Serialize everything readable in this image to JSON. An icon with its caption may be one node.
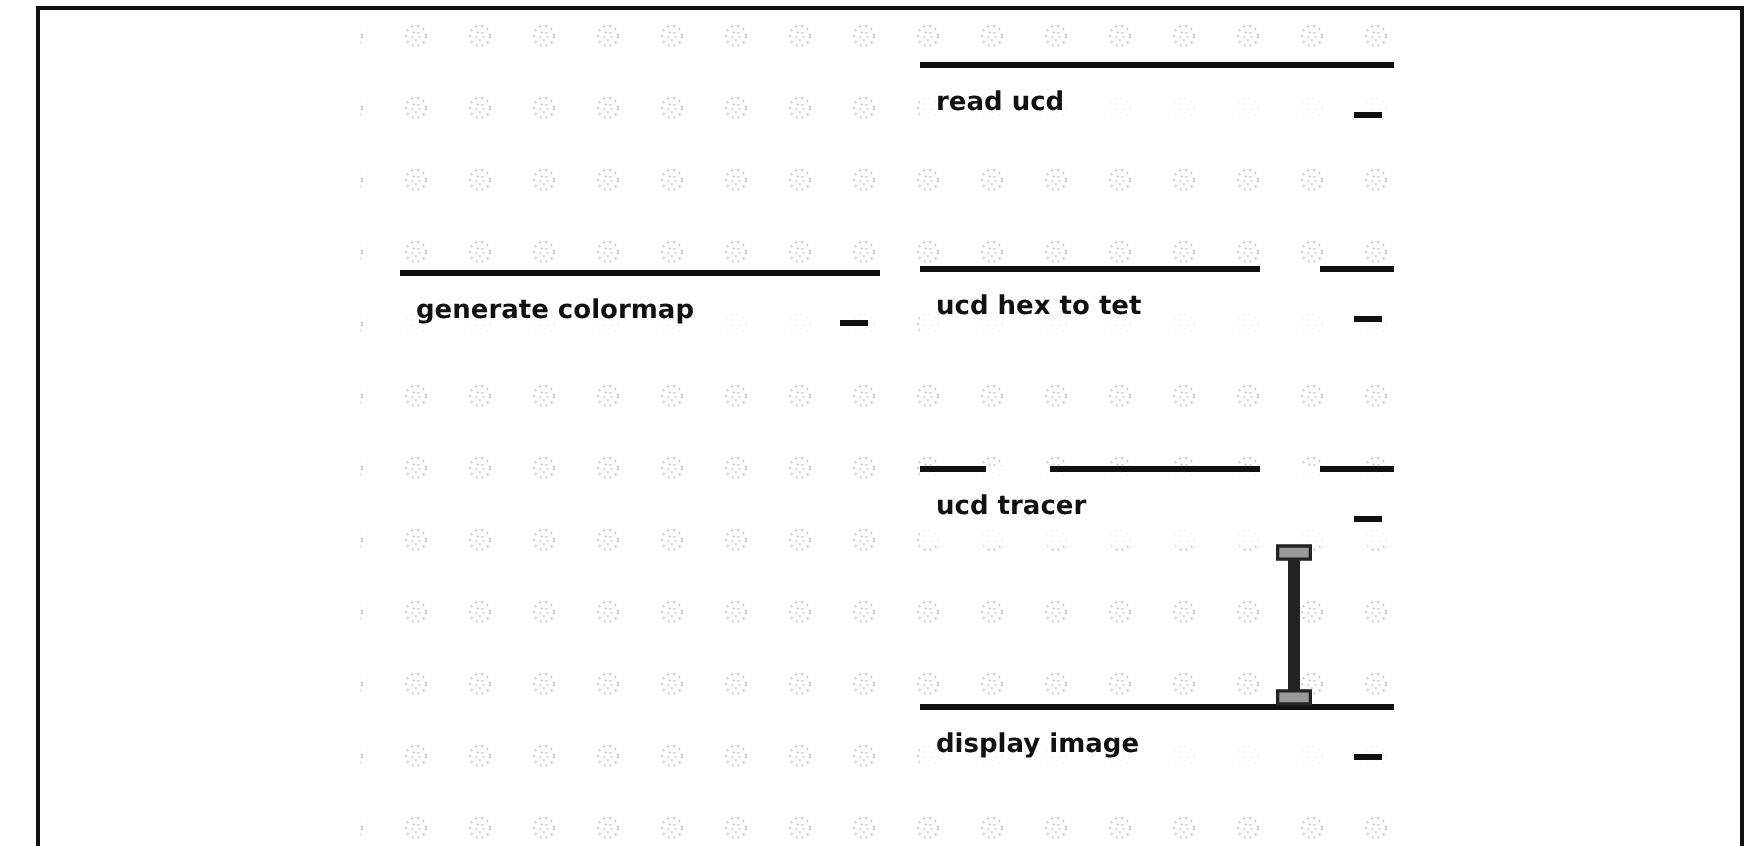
{
  "diagram": {
    "nodes": [
      {
        "text": [
          "read ucd"
        ]
      },
      {
        "text": [
          "generate colormap"
        ]
      },
      {
        "text": [
          "ucd hex to tet"
        ]
      },
      {
        "text": [
          "ucd tracer"
        ]
      },
      {
        "text": [
          "display image"
        ]
      }
    ],
    "edges": [
      {
        "from": 3,
        "to": 4,
        "arrow": "other"
      }
    ]
  }
}
